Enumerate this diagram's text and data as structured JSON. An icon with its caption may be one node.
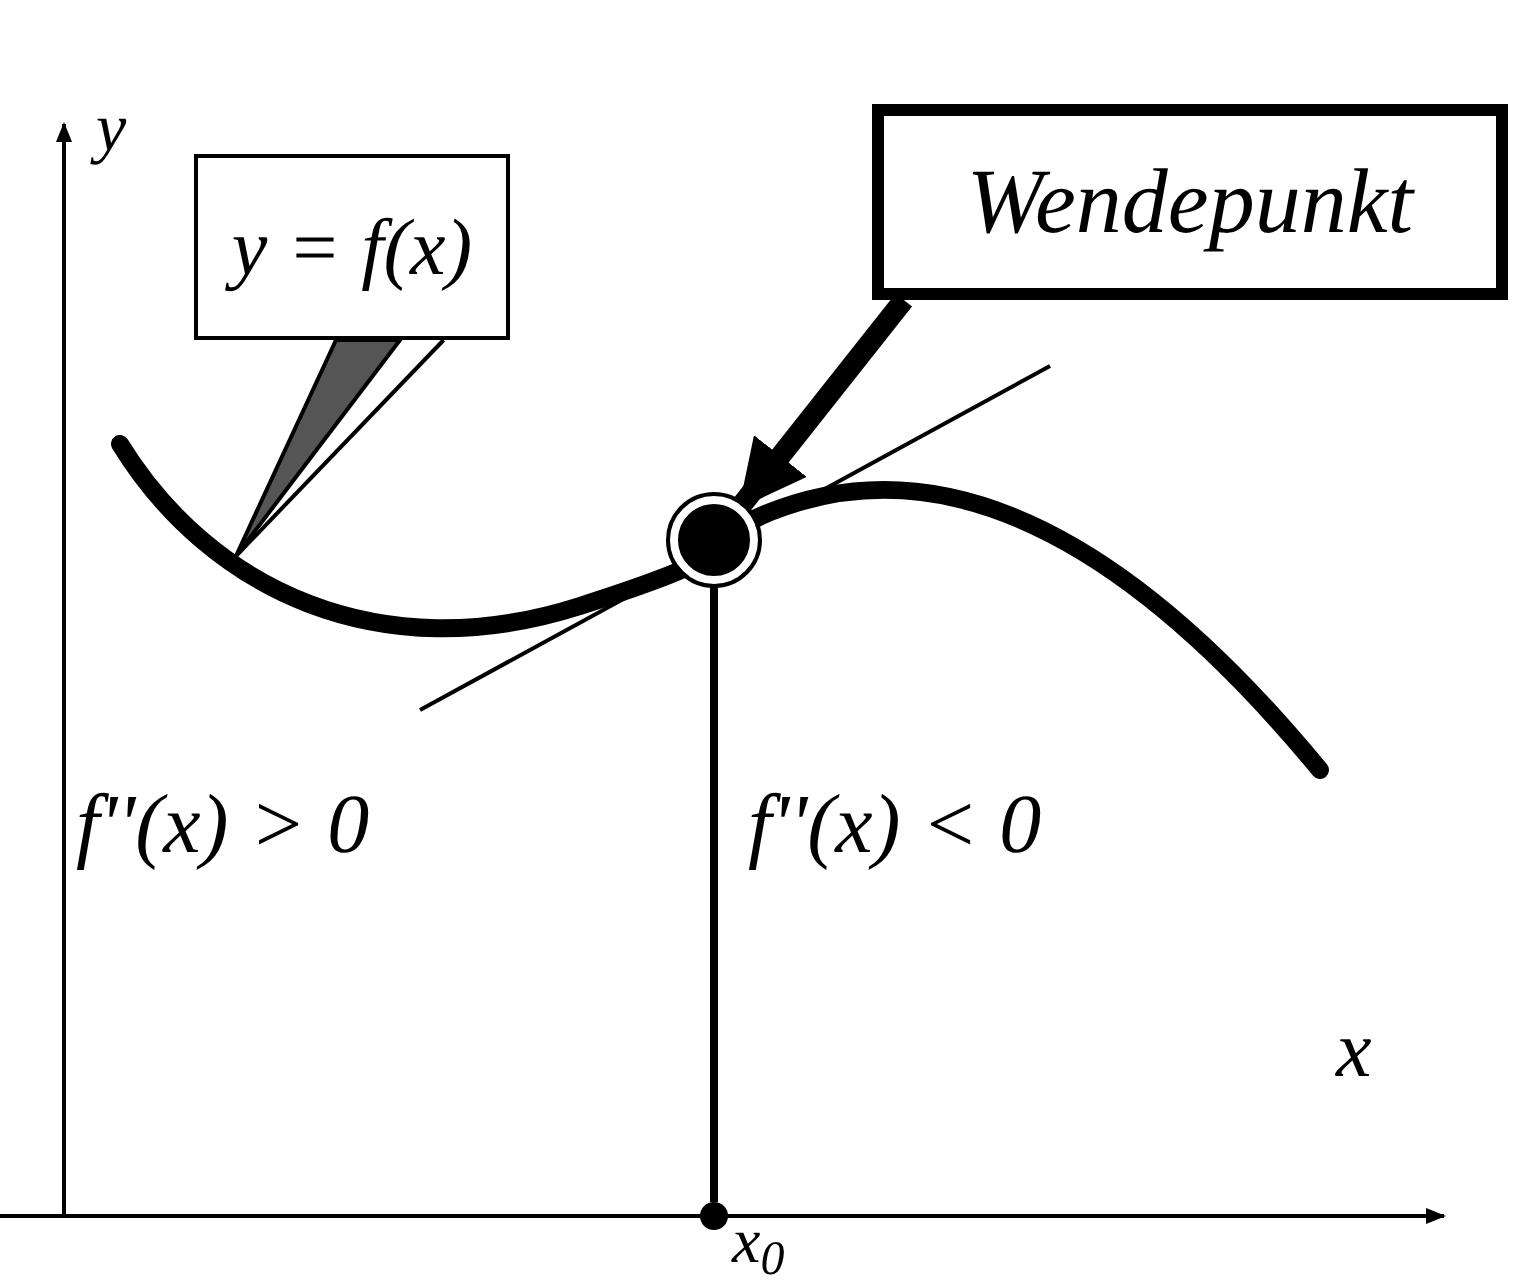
{
  "diagram": {
    "nodes": [
      {
        "text": [
          "y = f(x)"
        ]
      },
      {
        "text": [
          "Wendepunkt"
        ]
      },
      {
        "text": [],
        "shape": "circle"
      },
      {
        "text": [],
        "shape": "circle"
      }
    ],
    "edges": [
      {
        "from": 0,
        "to": null,
        "arrow": "none"
      },
      {
        "from": 1,
        "to": 2,
        "arrow": "to",
        "style": "thick"
      },
      {
        "from": 2,
        "to": 3,
        "arrow": "none"
      }
    ],
    "labels": [
      "y",
      "f''(x) > 0",
      "f''(x) < 0",
      "x",
      "x$_{0}$"
    ]
  }
}
